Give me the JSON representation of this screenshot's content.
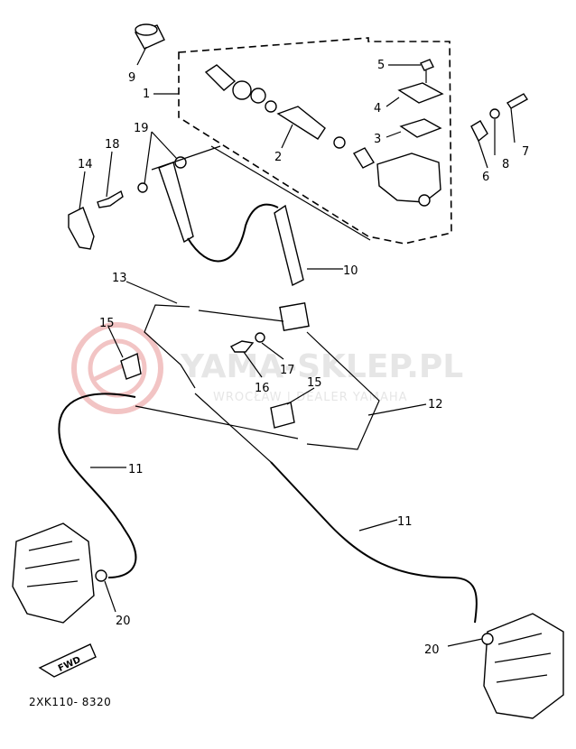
{
  "callouts": {
    "n1": "1",
    "n2": "2",
    "n3": "3",
    "n4": "4",
    "n5": "5",
    "n6": "6",
    "n7": "7",
    "n8": "8",
    "n9": "9",
    "n10": "10",
    "n11a": "11",
    "n11b": "11",
    "n12": "12",
    "n13": "13",
    "n14": "14",
    "n15a": "15",
    "n15b": "15",
    "n16": "16",
    "n17": "17",
    "n18": "18",
    "n19": "19",
    "n20a": "20",
    "n20b": "20"
  },
  "diagram_code": "2XK110- 8320",
  "fwd_label": "FWD",
  "watermark": {
    "brand": "YAMA-SKLEP.PL",
    "tagline": "WROCŁAW | DEALER YAMAHA",
    "logo_color": "#f2c4c4"
  }
}
